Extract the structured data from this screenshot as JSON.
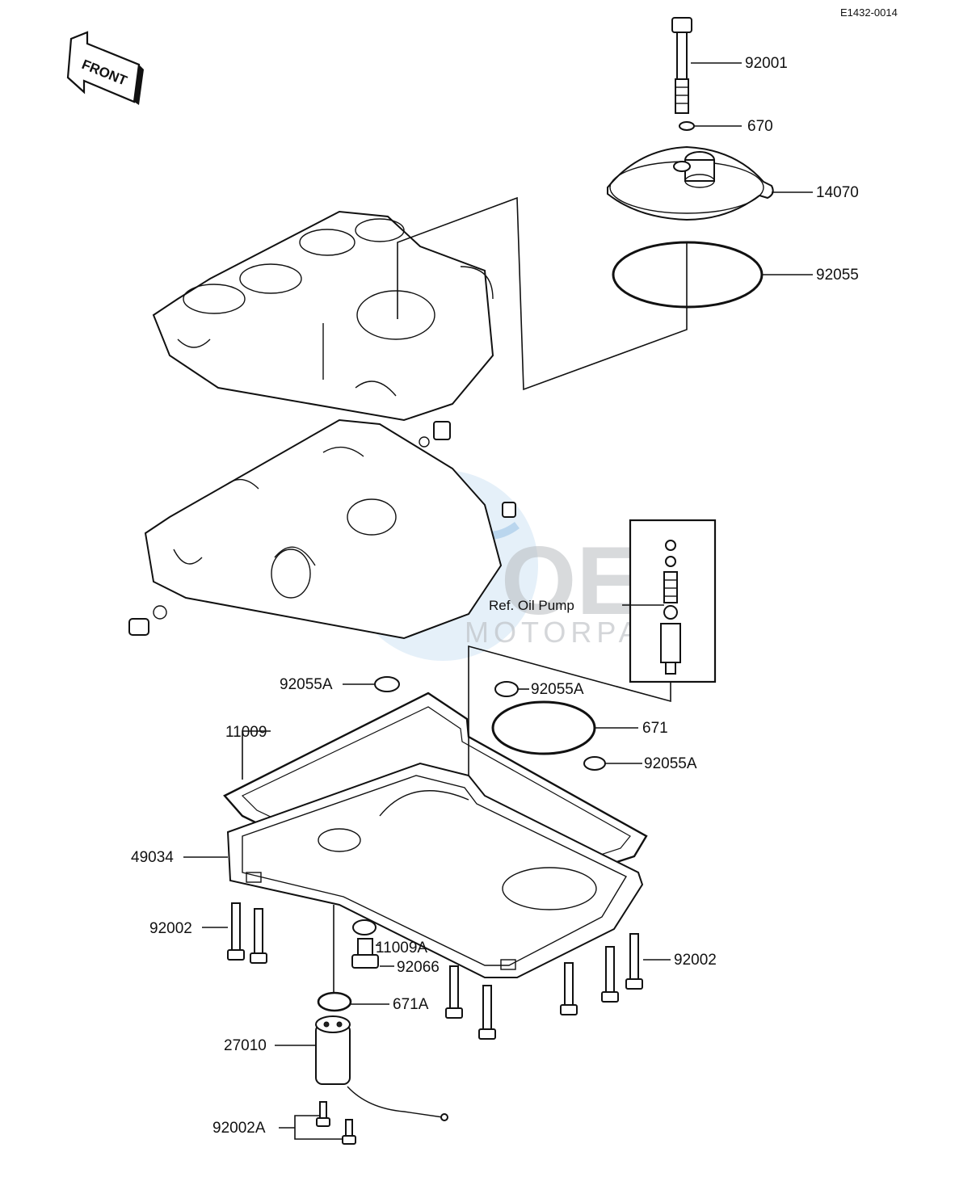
{
  "diagram_code": "E1432-0014",
  "front_arrow_label": "FRONT",
  "watermark": {
    "brand": "OEM",
    "sub": "MOTORPARTS"
  },
  "ref_box_label": "Ref. Oil Pump",
  "callouts": {
    "bolt_top": "92001",
    "washer_top": "670",
    "cover": "14070",
    "oring_cover": "92055",
    "seal_left": "92055A",
    "seal_right_top": "92055A",
    "seal_right_bottom": "92055A",
    "gasket_pan": "11009",
    "oring_big": "671",
    "oil_pan": "49034",
    "bolts_left": "92002",
    "bolts_right": "92002",
    "gasket_plug": "11009A",
    "drain_plug": "92066",
    "oring_small": "671A",
    "switch": "27010",
    "screws_bottom": "92002A"
  }
}
